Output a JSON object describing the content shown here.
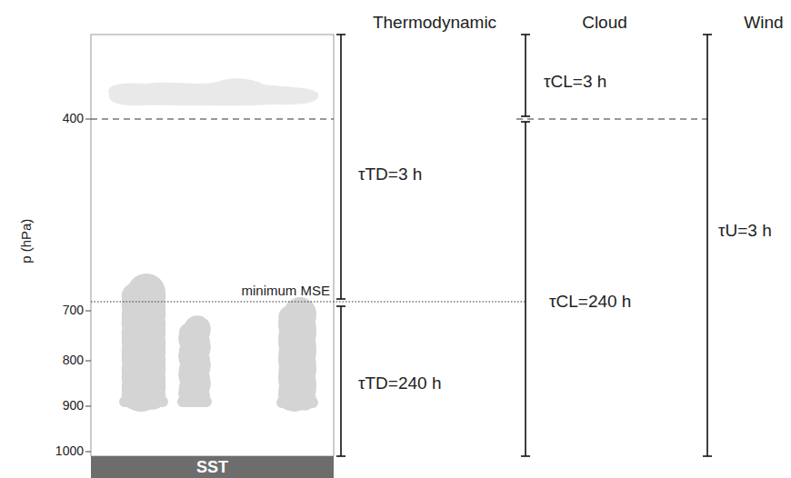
{
  "diagram": {
    "nodes": [
      {
        "text": [
          "SST"
        ]
      }
    ],
    "labels": [
      "Thermodynamic",
      "Cloud",
      "Wind",
      "p (hPa)",
      "400",
      "700",
      "800",
      "900",
      "1000",
      "minimum MSE",
      "τTD=3 h",
      "τTD=240 h",
      "τCL=3 h",
      "τCL=240 h",
      "τU=3 h"
    ]
  }
}
